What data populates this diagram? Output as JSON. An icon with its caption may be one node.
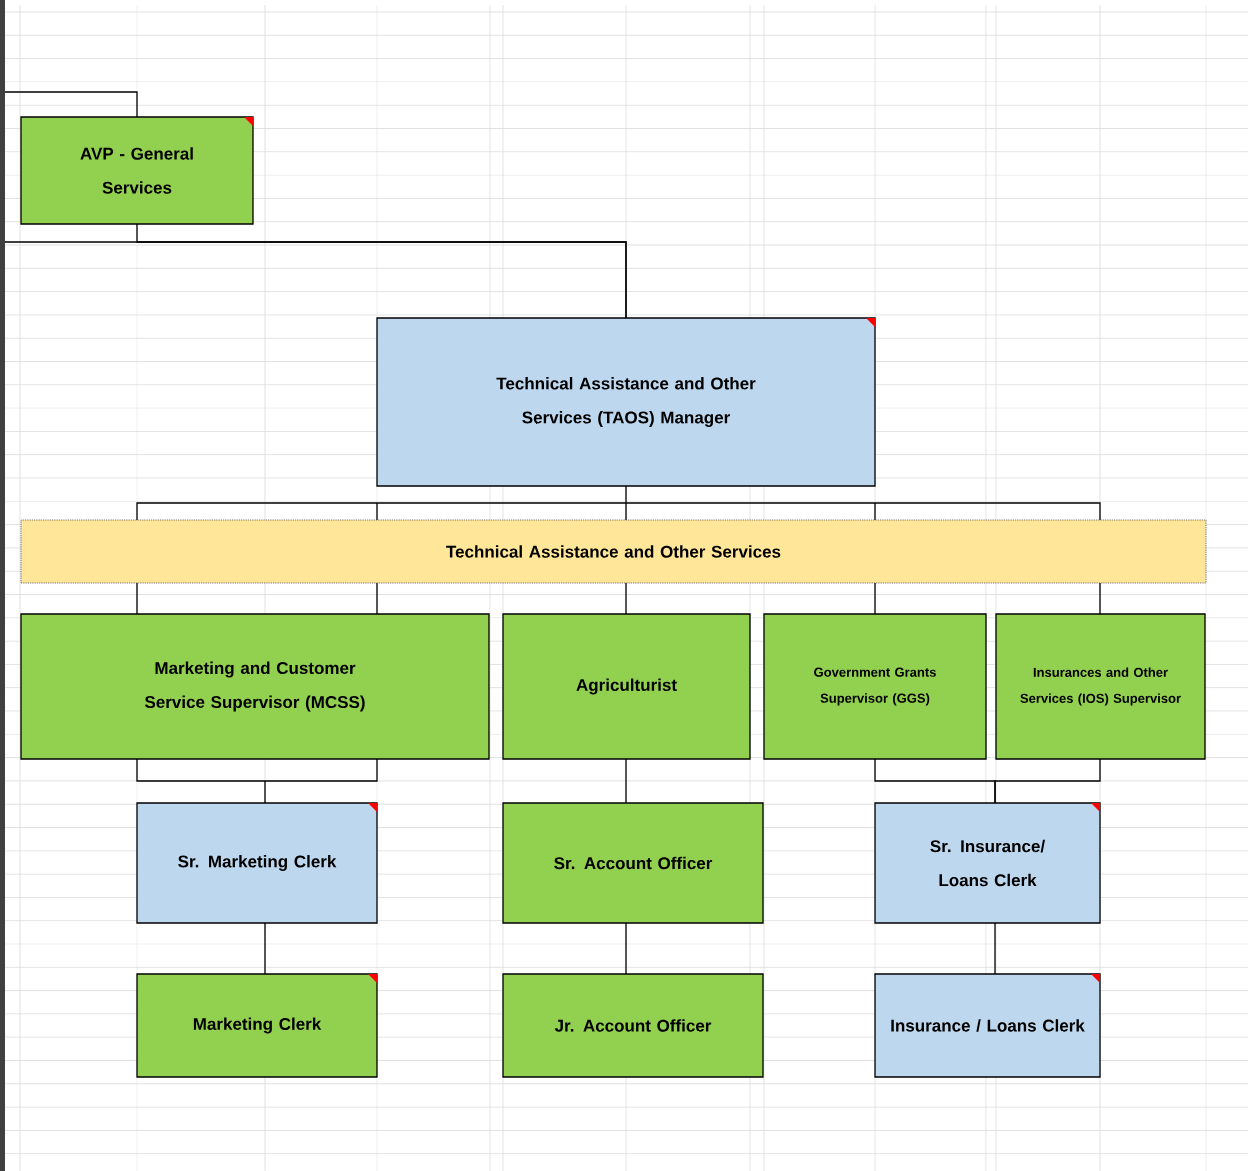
{
  "diagram": {
    "nodes": [
      {
        "text": [
          "AVP - General Services"
        ]
      },
      {
        "text": [
          "Technical Assistance and Other Services (TAOS) Manager"
        ]
      },
      {
        "text": [
          "Technical Assistance and Other Services"
        ]
      },
      {
        "text": [
          "Marketing and Customer Service Supervisor (MCSS)"
        ]
      },
      {
        "text": [
          "Agriculturist"
        ]
      },
      {
        "text": [
          "Government Grants Supervisor (GGS)"
        ]
      },
      {
        "text": [
          "Insurances and Other Services (IOS) Supervisor"
        ]
      },
      {
        "text": [
          "Sr. Marketing Clerk"
        ]
      },
      {
        "text": [
          "Sr. Account Officer"
        ]
      },
      {
        "text": [
          "Sr. Insurance/ Loans Clerk"
        ]
      },
      {
        "text": [
          "Marketing Clerk"
        ]
      },
      {
        "text": [
          "Jr. Account Officer"
        ]
      },
      {
        "text": [
          "Insurance / Loans Clerk"
        ]
      }
    ],
    "edges": [
      {
        "from": null,
        "to": 0,
        "arrow": "none"
      },
      {
        "from": 0,
        "to": 1,
        "arrow": "none"
      },
      {
        "from": null,
        "to": 1,
        "arrow": "none"
      },
      {
        "from": 1,
        "to": 2,
        "arrow": "none"
      },
      {
        "from": 2,
        "to": 3,
        "arrow": "none"
      },
      {
        "from": 2,
        "to": 4,
        "arrow": "none"
      },
      {
        "from": 2,
        "to": 5,
        "arrow": "none"
      },
      {
        "from": 2,
        "to": 6,
        "arrow": "none"
      },
      {
        "from": 3,
        "to": 7,
        "arrow": "none"
      },
      {
        "from": 7,
        "to": 10,
        "arrow": "none"
      },
      {
        "from": 4,
        "to": 8,
        "arrow": "none"
      },
      {
        "from": 8,
        "to": 11,
        "arrow": "none"
      },
      {
        "from": 5,
        "to": 9,
        "arrow": "none"
      },
      {
        "from": 6,
        "to": 9,
        "arrow": "none"
      },
      {
        "from": 9,
        "to": 12,
        "arrow": "none"
      }
    ]
  }
}
